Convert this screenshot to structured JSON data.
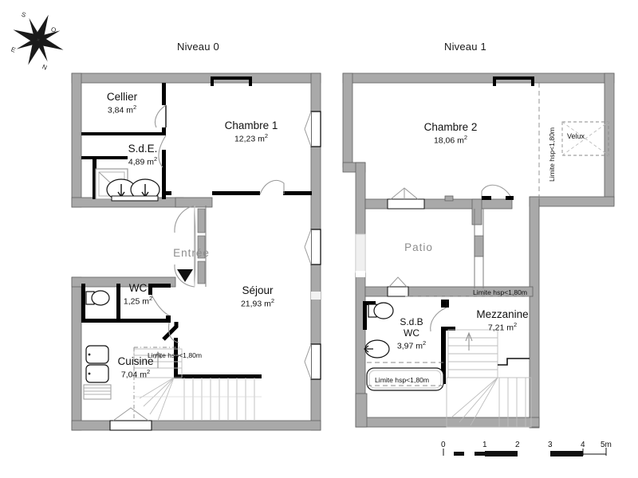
{
  "document": {
    "kind": "architectural-floor-plan",
    "levels": [
      {
        "id": "niveau0",
        "title": "Niveau 0"
      },
      {
        "id": "niveau1",
        "title": "Niveau 1"
      }
    ]
  },
  "compass": {
    "name": "compass-rose",
    "labels": {
      "n": "N",
      "s": "S",
      "e": "E",
      "o": "O"
    }
  },
  "level0": {
    "title": "Niveau 0",
    "rooms": [
      {
        "key": "cellier",
        "name": "Cellier",
        "area": "3,84 m",
        "unit": "2"
      },
      {
        "key": "sde",
        "name": "S.d.E.",
        "area": "4,89 m",
        "unit": "2"
      },
      {
        "key": "chambre1",
        "name": "Chambre 1",
        "area": "12,23 m",
        "unit": "2"
      },
      {
        "key": "wc",
        "name": "WC",
        "area": "1,25 m",
        "unit": "2"
      },
      {
        "key": "cuisine",
        "name": "Cuisine",
        "area": "7,04 m",
        "unit": "2"
      },
      {
        "key": "sejour",
        "name": "Séjour",
        "area": "21,93 m",
        "unit": "2"
      }
    ],
    "entrance_label": "Entrée",
    "height_limit_label": "Limite hsp<1,80m"
  },
  "level1": {
    "title": "Niveau 1",
    "rooms": [
      {
        "key": "chambre2",
        "name": "Chambre 2",
        "area": "18,06 m",
        "unit": "2"
      },
      {
        "key": "patio",
        "name": "Patio",
        "area": "",
        "unit": ""
      },
      {
        "key": "sdb_wc",
        "name": "S.d.B",
        "name2": "WC",
        "area": "3,97 m",
        "unit": "2"
      },
      {
        "key": "mezzanine",
        "name": "Mezzanine",
        "area": "7,21 m",
        "unit": "2"
      }
    ],
    "velux_label": "Velux",
    "height_limit_label": "Limite hsp<1,80m",
    "height_limit_label_vertical": "Limite hsp<1,80m",
    "height_limit_label_bath": "Limite hsp<1,80m"
  },
  "scale_bar": {
    "ticks": [
      "0",
      "1",
      "2",
      "3",
      "4"
    ],
    "end_label": "5m"
  },
  "colors": {
    "wall_fill": "#a9a9a9",
    "wall_stroke": "#5a5a5a",
    "interior_wall": "#000000",
    "text": "#111111",
    "muted_text": "#8d8d8d",
    "thin_line": "#9a9a9a",
    "background": "#ffffff"
  }
}
